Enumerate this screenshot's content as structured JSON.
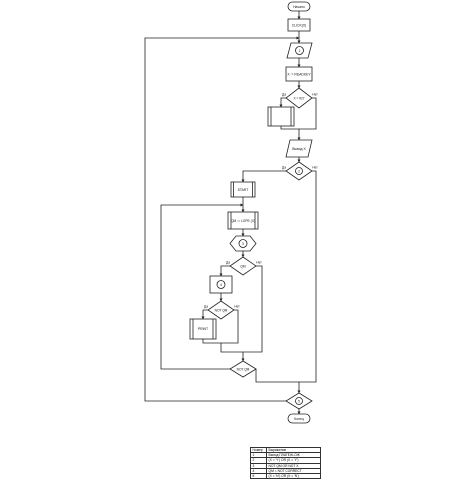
{
  "nodes": {
    "start": "Начало",
    "click": "CLICK(X)",
    "loop1": "1",
    "readkey": "X := READKEY",
    "cond_x": "X = #27",
    "writeln": "Вывод X",
    "loop2": "2",
    "start_proc": "START",
    "qm": "QM := LOPE (X)",
    "loop3": "3",
    "cond_qm": "QM",
    "loop4": "4",
    "cond_notqm": "NOT QM",
    "print": "PRINT",
    "cond_notqm2": "NOT QM",
    "loop5": "5",
    "end": "Конец"
  },
  "branch_labels": {
    "yes": "Да",
    "no": "Нет"
  },
  "legend": {
    "headers": [
      "Номер",
      "Выражение"
    ],
    "rows": [
      [
        "1",
        "Выход ПЛАТЕЖ-ОЖ"
      ],
      [
        "2",
        "(X = 'Y') OR (X = 'Y')"
      ],
      [
        "3",
        "NOT QM OR NOT X"
      ],
      [
        "4",
        "QM = NOT CORRECT"
      ],
      [
        "5",
        "(X = 'N') OR (X = 'N')"
      ]
    ]
  }
}
